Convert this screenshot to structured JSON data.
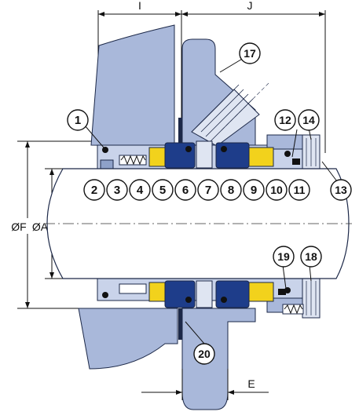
{
  "dimensions": {
    "I": "I",
    "J": "J",
    "F": "ØF",
    "A": "ØA",
    "E": "E"
  },
  "callouts": [
    "1",
    "2",
    "3",
    "4",
    "5",
    "6",
    "7",
    "8",
    "9",
    "10",
    "11",
    "12",
    "13",
    "14",
    "17",
    "18",
    "19",
    "20"
  ],
  "colors": {
    "housing": "#a9b8da",
    "housing_dark": "#8ea1c9",
    "shaft": "#ffffff",
    "sleeve": "#c9d3ea",
    "yellow": "#f2d21c",
    "navy": "#1e3d8a",
    "dark": "#1c2848",
    "line": "#111111",
    "callout_fill": "#ffffff"
  }
}
